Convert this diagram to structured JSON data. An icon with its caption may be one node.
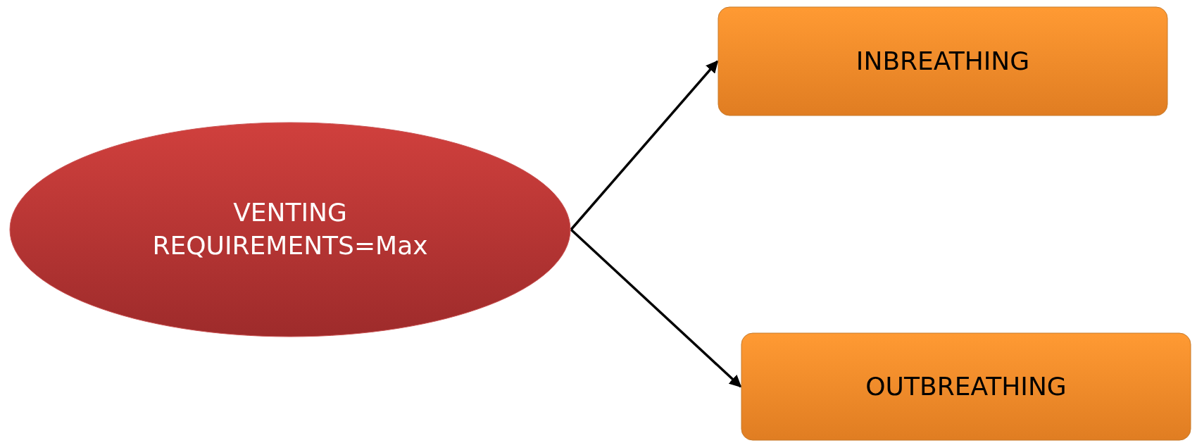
{
  "diagram": {
    "nodes": [
      {
        "text": [
          "VENTING REQUIREMENTS=Max"
        ]
      },
      {
        "text": [
          "INBREATHING"
        ]
      },
      {
        "text": [
          "OUTBREATHING"
        ]
      }
    ],
    "edges": [
      {
        "from": 0,
        "to": 1,
        "arrow": "to"
      },
      {
        "from": 0,
        "to": 2,
        "arrow": "to"
      }
    ]
  }
}
